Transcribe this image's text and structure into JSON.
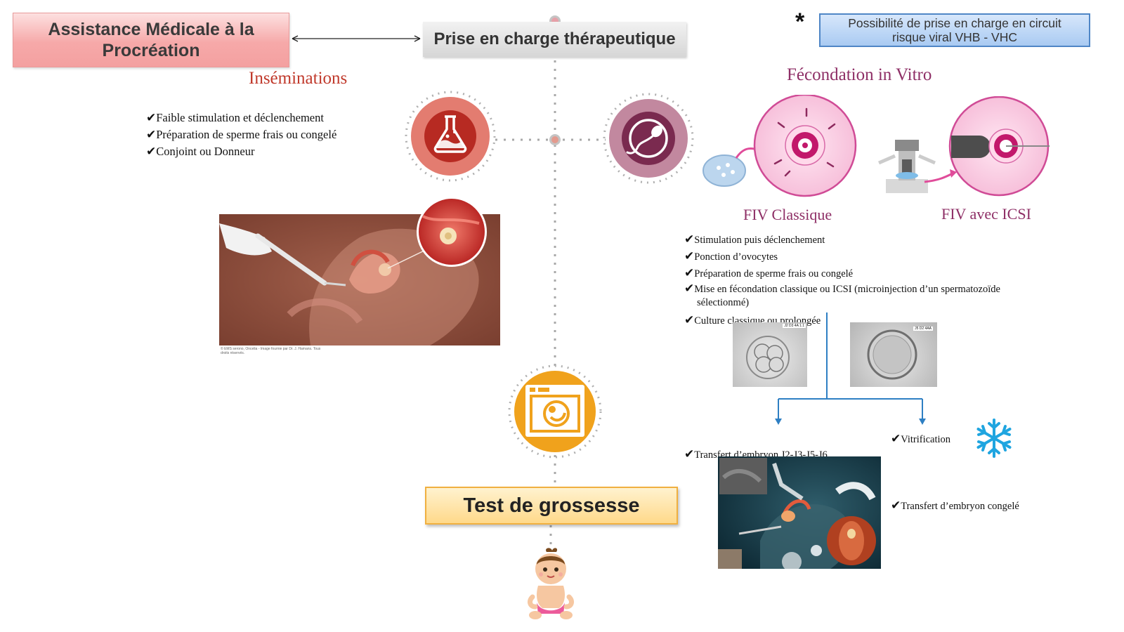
{
  "header": {
    "amp_title": "Assistance Médicale à la Procréation",
    "therapy_title": "Prise en charge thérapeutique",
    "viral_note": "Possibilité de prise en charge en circuit risque viral VHB - VHC",
    "asterisk": "*"
  },
  "inseminations": {
    "title": "Inséminations",
    "items": [
      "Faible stimulation et déclenchement",
      "Préparation de sperme frais ou congelé",
      "Conjoint ou Donneur"
    ],
    "caption": "© EMS serono, Oncelia - Image fournie par Dr. J. Hamans. Tous droits réservés."
  },
  "fiv": {
    "title": "Fécondation in Vitro",
    "classic_label": "FIV Classique",
    "icsi_label": "FIV avec ICSI",
    "items": [
      "Stimulation puis déclenchement",
      "Ponction d’ovocytes",
      "Préparation de sperme frais ou congelé",
      "Mise en fécondation classique ou ICSI (microinjection d’un spermatozoïde sélectionmé)",
      "Culture classique ou prolongée"
    ],
    "transfer_fresh": "Transfert d’embryon J2-J3-J5-J6",
    "vitrification": "Vitrification",
    "transfer_frozen": "Transfert d’embryon congelé",
    "embryo1_stamp": "J2 D3 4A 1.1",
    "embryo2_stamp": "J5 D2 4AA"
  },
  "outcome": {
    "test_label": "Test de grossesse"
  },
  "colors": {
    "insem_red": "#c0392b",
    "fiv_purple": "#8e2f66",
    "test_orange": "#f0a21c",
    "flow_blue": "#2e7fc3"
  },
  "icons": {
    "insemination": "flask-icon",
    "fiv": "sperm-icon",
    "test": "fetus-monitor-icon",
    "freeze": "snowflake-icon",
    "baby": "baby-icon"
  }
}
